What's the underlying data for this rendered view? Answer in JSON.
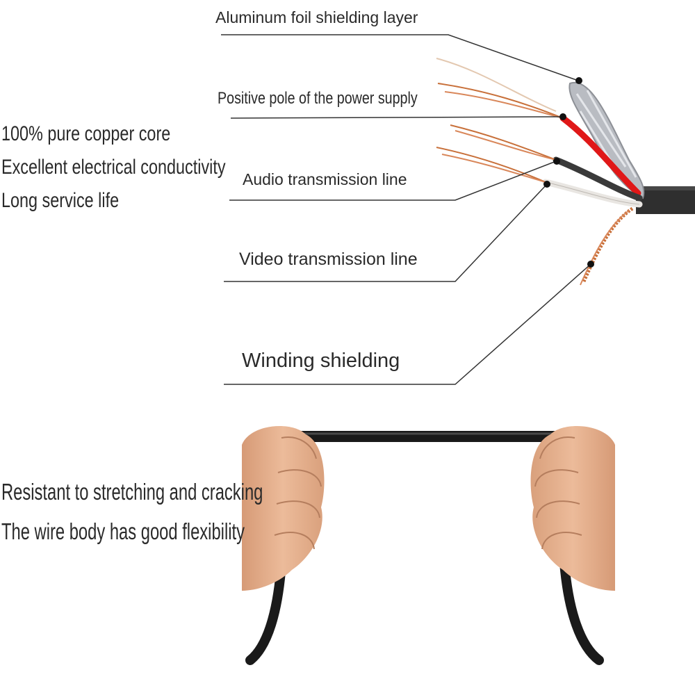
{
  "features_top": {
    "line1": "100% pure copper core",
    "line2": "Excellent electrical conductivity",
    "line3": "Long service life"
  },
  "callouts": {
    "aluminum_foil": "Aluminum foil shielding layer",
    "positive_pole": "Positive pole of the power supply",
    "audio_line": "Audio transmission line",
    "video_line": "Video transmission line",
    "winding_shielding": "Winding shielding"
  },
  "features_bottom": {
    "line1": "Resistant to stretching and cracking",
    "line2": "The wire body has good flexibility"
  },
  "colors": {
    "background": "#ffffff",
    "text": "#2a2a2a",
    "leader_line": "#333333",
    "copper": "#c8703a",
    "red_wire": "#e01818",
    "cable_jacket": "#2b2b2b",
    "skin": "#e8b08c"
  }
}
